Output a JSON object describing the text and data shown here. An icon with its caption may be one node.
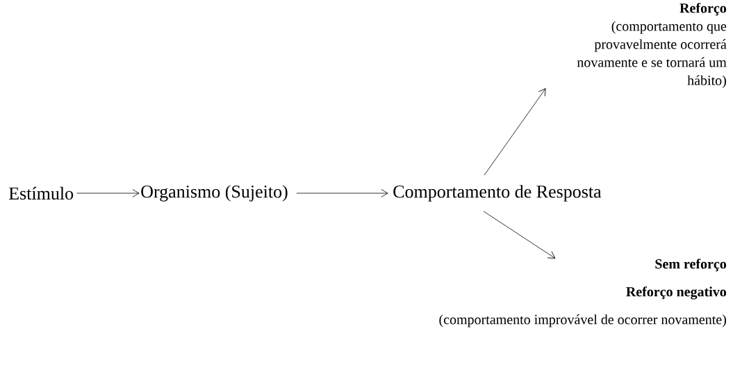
{
  "diagram": {
    "nodes": [
      {
        "text": [
          "Estímulo"
        ]
      },
      {
        "text": [
          "Organismo (Sujeito)"
        ]
      },
      {
        "text": [
          "Comportamento de Resposta"
        ]
      },
      {
        "text": [
          "Reforço",
          "(comportamento que provavelmente ocorrerá novamente e se tornará um hábito)"
        ]
      },
      {
        "text": [
          "Sem reforço",
          "Reforço negativo",
          "(comportamento improvável de ocorrer novamente)"
        ]
      }
    ],
    "edges": [
      {
        "from": 0,
        "to": 1,
        "arrow": "to"
      },
      {
        "from": 1,
        "to": 2,
        "arrow": "to"
      },
      {
        "from": 2,
        "to": 3,
        "arrow": "to"
      },
      {
        "from": 2,
        "to": 4,
        "arrow": "to"
      }
    ]
  }
}
